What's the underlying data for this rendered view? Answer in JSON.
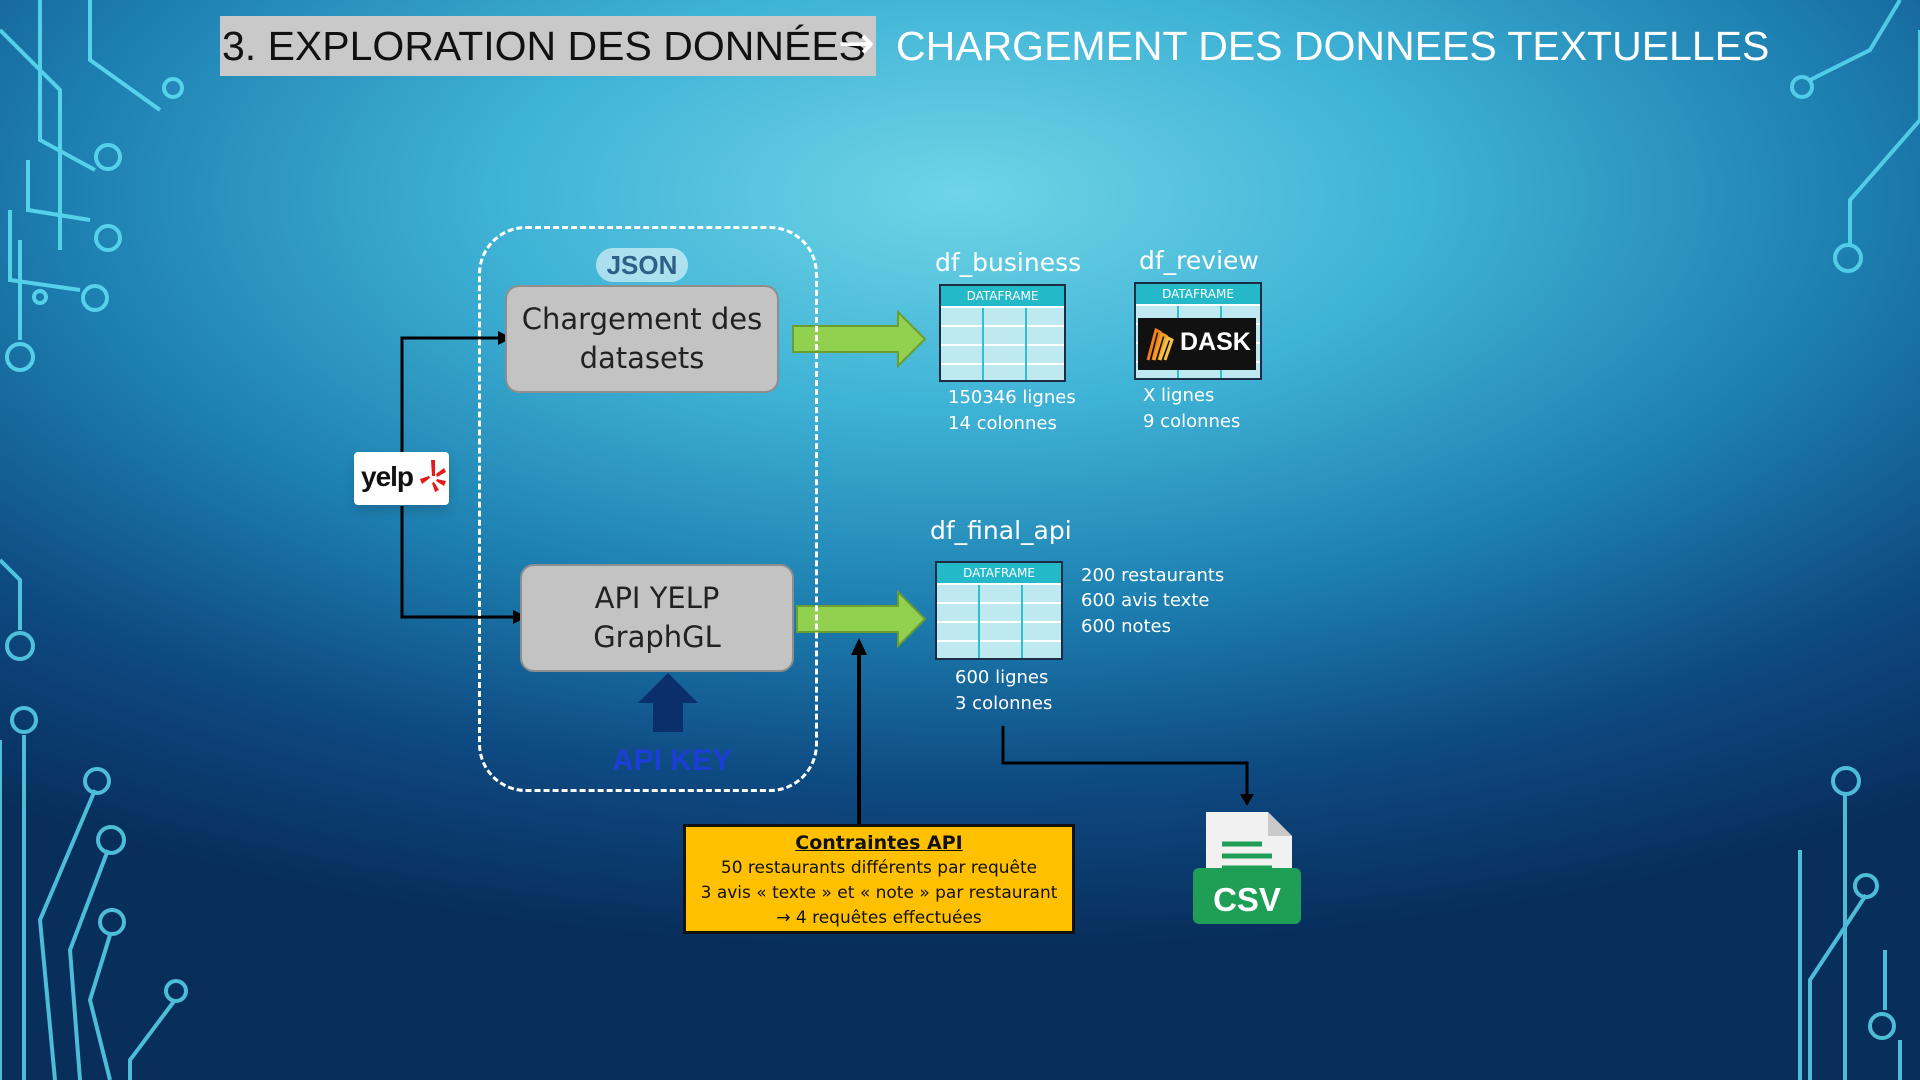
{
  "header": {
    "section_title": "3. EXPLORATION DES DONNÉES",
    "arrow": "→",
    "subtitle": "CHARGEMENT DES DONNEES TEXTUELLES"
  },
  "source": {
    "yelp_logo_text": "yelp",
    "json_logo_text": "JSON"
  },
  "processes": {
    "chargement": {
      "line1": "Chargement des",
      "line2": "datasets"
    },
    "api": {
      "line1": "API YELP",
      "line2": "GraphGL"
    },
    "api_key": "API KEY"
  },
  "dataframes": {
    "business": {
      "name": "df_business",
      "header": "DATAFRAME",
      "rows": "150346 lignes",
      "cols": "14 colonnes"
    },
    "review": {
      "name": "df_review",
      "header": "DATAFRAME",
      "logo": "DASK",
      "rows": "X lignes",
      "cols": "9 colonnes"
    },
    "final_api": {
      "name": "df_final_api",
      "header": "DATAFRAME",
      "rows": "600 lignes",
      "cols": "3 colonnes",
      "details": [
        "200 restaurants",
        "600 avis texte",
        "600 notes"
      ]
    }
  },
  "constraints": {
    "title": "Contraintes API",
    "lines": [
      "50 restaurants différents par requête",
      "3 avis « texte » et « note » par restaurant",
      "→ 4 requêtes effectuées"
    ]
  },
  "output": {
    "badge": "CSV"
  },
  "colors": {
    "arrow_green": "#92d050",
    "api_key_arrow": "#0b2f6b",
    "constraint_fill": "#ffc000",
    "csv_green": "#1f9e55",
    "dataframe_header": "#23b9c9"
  }
}
